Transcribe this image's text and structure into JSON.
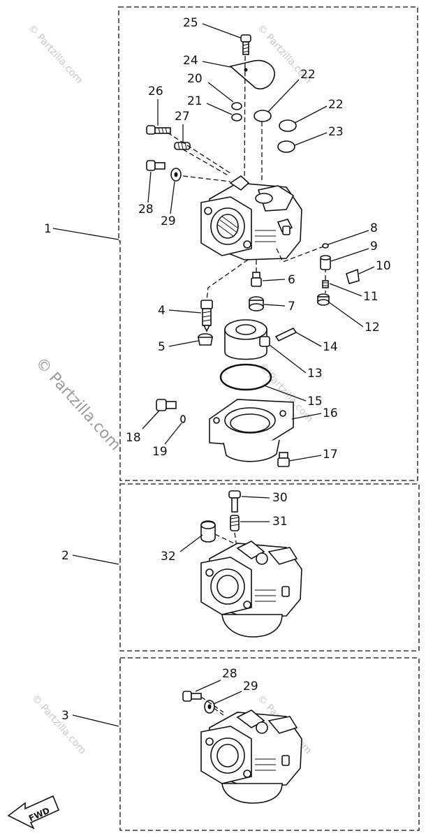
{
  "watermarks": {
    "main": "© Partzilla.com",
    "small": "© Partzilla.com"
  },
  "fwd_arrow": {
    "label": "FWD"
  },
  "groups": [
    {
      "label": "1"
    },
    {
      "label": "2"
    },
    {
      "label": "3"
    }
  ],
  "callouts": {
    "c4": "4",
    "c5": "5",
    "c6": "6",
    "c7": "7",
    "c8": "8",
    "c9": "9",
    "c10": "10",
    "c11": "11",
    "c12": "12",
    "c13": "13",
    "c14": "14",
    "c15": "15",
    "c16": "16",
    "c17": "17",
    "c18": "18",
    "c19": "19",
    "c20": "20",
    "c21": "21",
    "c22a": "22",
    "c22b": "22",
    "c23": "23",
    "c24": "24",
    "c25": "25",
    "c26": "26",
    "c27": "27",
    "c28a": "28",
    "c29a": "29",
    "c30": "30",
    "c31": "31",
    "c32": "32",
    "c28b": "28",
    "c29b": "29"
  }
}
